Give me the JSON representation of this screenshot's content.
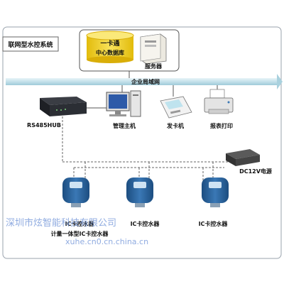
{
  "title": "联网型水控系统",
  "db": {
    "line1": "一卡通",
    "line2": "中心数据库"
  },
  "server": {
    "label": "服务器"
  },
  "network": {
    "label": "企业局域网"
  },
  "hub": {
    "label": "RS485HUB"
  },
  "host": {
    "label": "管理主机"
  },
  "card_issuer": {
    "label": "发卡机"
  },
  "printer": {
    "label": "报表打印"
  },
  "power": {
    "label": "DC12V电源"
  },
  "controllers": [
    {
      "label": "IC卡控水器",
      "sublabel": "计量一体型IC卡控水器"
    },
    {
      "label": "IC卡控水器"
    },
    {
      "label": "IC卡控水器"
    }
  ],
  "watermark": {
    "line1": "深圳市炫智能科技有限公司",
    "line2": "xuhe.cn0.cn.china.cn"
  },
  "colors": {
    "network_bar": "#cfe6ef",
    "db_yellow": "#f3d21c",
    "device_blue": "#2a5f95",
    "watermark": "#6a8fd6"
  }
}
